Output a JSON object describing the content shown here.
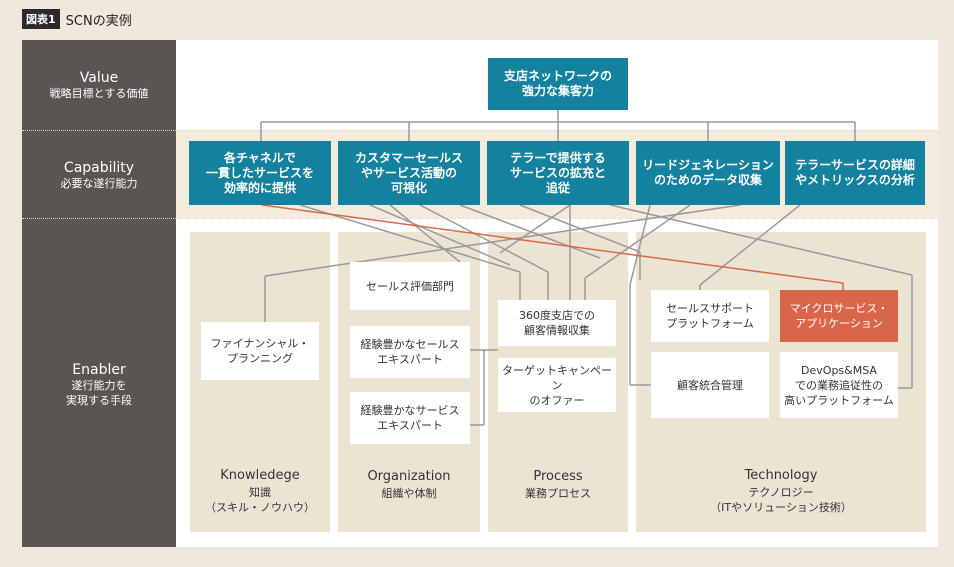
{
  "header": {
    "badge": "図表1",
    "title": "SCNの実例"
  },
  "rows": {
    "value": {
      "en": "Value",
      "jp": "戦略目標とする価値"
    },
    "capability": {
      "en": "Capability",
      "jp": "必要な遂行能力"
    },
    "enabler": {
      "en": "Enabler",
      "jp1": "遂行能力を",
      "jp2": "実現する手段"
    }
  },
  "value_box": {
    "line1": "支店ネットワークの",
    "line2": "強力な集客力"
  },
  "capabilities": [
    {
      "line1": "各チャネルで",
      "line2": "一貫したサービスを",
      "line3": "効率的に提供"
    },
    {
      "line1": "カスタマーセールス",
      "line2": "やサービス活動の",
      "line3": "可視化"
    },
    {
      "line1": "テラーで提供する",
      "line2": "サービスの拡充と",
      "line3": "追従"
    },
    {
      "line1": "リードジェネレーション",
      "line2": "のためのデータ収集"
    },
    {
      "line1": "テラーサービスの詳細",
      "line2": "やメトリックスの分析"
    }
  ],
  "columns": [
    {
      "en": "Knowledege",
      "jp1": "知識",
      "jp2": "（スキル・ノウハウ）"
    },
    {
      "en": "Organization",
      "jp1": "組織や体制"
    },
    {
      "en": "Process",
      "jp1": "業務プロセス"
    },
    {
      "en": "Technology",
      "jp1": "テクノロジー",
      "jp2": "（ITやソリューション技術）"
    }
  ],
  "enablers": {
    "knowledge_1": {
      "line1": "ファイナンシャル・",
      "line2": "プランニング"
    },
    "org_1": {
      "line1": "セールス評価部門"
    },
    "org_2": {
      "line1": "経験豊かなセールス",
      "line2": "エキスパート"
    },
    "org_3": {
      "line1": "経験豊かなサービス",
      "line2": "エキスパート"
    },
    "process_1": {
      "line1": "360度支店での",
      "line2": "顧客情報収集"
    },
    "process_2": {
      "line1": "ターゲットキャンペーン",
      "line2": "のオファー"
    },
    "tech_1": {
      "line1": "セールスサポート",
      "line2": "プラットフォーム"
    },
    "tech_2": {
      "line1": "マイクロサービス・",
      "line2": "アプリケーション"
    },
    "tech_3": {
      "line1": "顧客統合管理"
    },
    "tech_4": {
      "line1": "DevOps&MSA",
      "line2": "での業務追従性の",
      "line3": "高いプラットフォーム"
    }
  },
  "colors": {
    "teal": "#14819f",
    "highlight": "#d9664a",
    "connector": "#9a9a9a",
    "sidebar": "#5a5552"
  }
}
